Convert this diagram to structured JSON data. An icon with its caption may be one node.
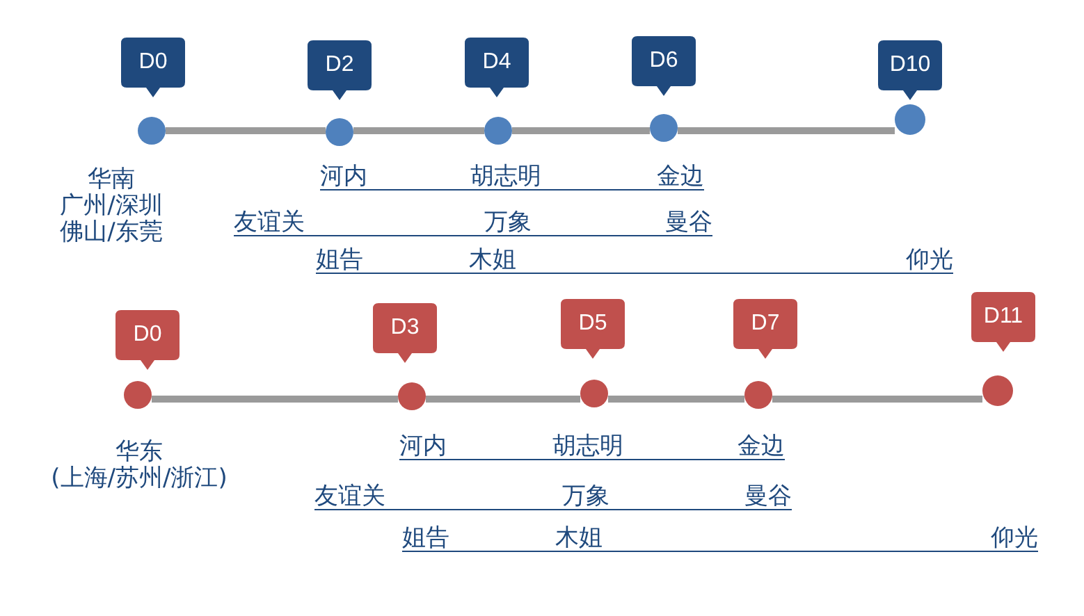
{
  "diagram": {
    "nodes": [
      {
        "text": [
          "D0"
        ]
      },
      {
        "text": [
          "D2"
        ]
      },
      {
        "text": [
          "D4"
        ]
      },
      {
        "text": [
          "D6"
        ]
      },
      {
        "text": [
          "D10"
        ]
      },
      {
        "text": [],
        "shape": "circle",
        "beside": [
          "华南",
          "广州/深圳",
          "佛山/东莞"
        ]
      },
      {
        "text": [],
        "shape": "circle"
      },
      {
        "text": [],
        "shape": "circle"
      },
      {
        "text": [],
        "shape": "circle"
      },
      {
        "text": [],
        "shape": "circle"
      },
      {
        "text": [
          "D0"
        ]
      },
      {
        "text": [
          "D3"
        ]
      },
      {
        "text": [
          "D5"
        ]
      },
      {
        "text": [
          "D7"
        ]
      },
      {
        "text": [
          "D11"
        ]
      },
      {
        "text": [],
        "shape": "circle",
        "beside": [
          "华东",
          "(上海/苏州/浙江)"
        ]
      },
      {
        "text": [],
        "shape": "circle"
      },
      {
        "text": [],
        "shape": "circle"
      },
      {
        "text": [],
        "shape": "circle"
      },
      {
        "text": [],
        "shape": "circle"
      }
    ],
    "edges": [
      {
        "from": 5,
        "to": 6,
        "arrow": "none"
      },
      {
        "from": 6,
        "to": 7,
        "arrow": "none"
      },
      {
        "from": 7,
        "to": 8,
        "arrow": "none"
      },
      {
        "from": 8,
        "to": 9,
        "arrow": "none"
      },
      {
        "from": 15,
        "to": 16,
        "arrow": "none"
      },
      {
        "from": 16,
        "to": 17,
        "arrow": "none"
      },
      {
        "from": 17,
        "to": 18,
        "arrow": "none"
      },
      {
        "from": 18,
        "to": 19,
        "arrow": "none"
      }
    ],
    "labels": [
      "河内",
      "胡志明",
      "金边",
      "友谊关",
      "万象",
      "曼谷",
      "姐告",
      "木姐",
      "仰光",
      "河内",
      "胡志明",
      "金边",
      "友谊关",
      "万象",
      "曼谷",
      "姐告",
      "木姐",
      "仰光"
    ]
  }
}
